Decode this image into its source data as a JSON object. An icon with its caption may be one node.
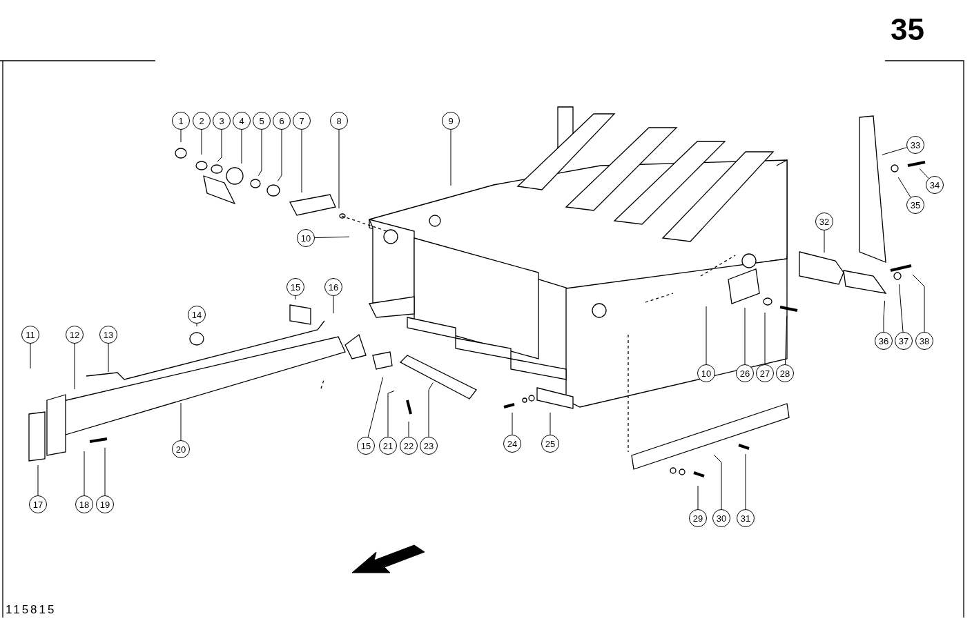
{
  "diagram": {
    "nodes": [
      {
        "text": [
          "1"
        ]
      },
      {
        "text": [
          "2"
        ]
      },
      {
        "text": [
          "3"
        ]
      },
      {
        "text": [
          "4"
        ]
      },
      {
        "text": [
          "5"
        ]
      },
      {
        "text": [
          "6"
        ]
      },
      {
        "text": [
          "7"
        ]
      },
      {
        "text": [
          "8"
        ]
      },
      {
        "text": [
          "9"
        ]
      },
      {
        "text": [
          "10"
        ]
      },
      {
        "text": [
          "11"
        ]
      },
      {
        "text": [
          "12"
        ]
      },
      {
        "text": [
          "13"
        ]
      },
      {
        "text": [
          "14"
        ]
      },
      {
        "text": [
          "15"
        ]
      },
      {
        "text": [
          "16"
        ]
      },
      {
        "text": [
          "15"
        ]
      },
      {
        "text": [
          "17"
        ]
      },
      {
        "text": [
          "18"
        ]
      },
      {
        "text": [
          "19"
        ]
      },
      {
        "text": [
          "20"
        ]
      },
      {
        "text": [
          "21"
        ]
      },
      {
        "text": [
          "22"
        ]
      },
      {
        "text": [
          "23"
        ]
      },
      {
        "text": [
          "24"
        ]
      },
      {
        "text": [
          "25"
        ]
      },
      {
        "text": [
          "10"
        ]
      },
      {
        "text": [
          "26"
        ]
      },
      {
        "text": [
          "27"
        ]
      },
      {
        "text": [
          "28"
        ]
      },
      {
        "text": [
          "29"
        ]
      },
      {
        "text": [
          "30"
        ]
      },
      {
        "text": [
          "31"
        ]
      },
      {
        "text": [
          "32"
        ]
      },
      {
        "text": [
          "33"
        ]
      },
      {
        "text": [
          "34"
        ]
      },
      {
        "text": [
          "35"
        ]
      },
      {
        "text": [
          "36"
        ]
      },
      {
        "text": [
          "37"
        ]
      },
      {
        "text": [
          "38"
        ]
      }
    ],
    "edges": [
      {
        "from": 0,
        "to": null,
        "arrow": "none"
      },
      {
        "from": 1,
        "to": null,
        "arrow": "none"
      },
      {
        "from": 2,
        "to": null,
        "arrow": "none"
      },
      {
        "from": 3,
        "to": null,
        "arrow": "none"
      },
      {
        "from": 4,
        "to": null,
        "arrow": "none"
      },
      {
        "from": 5,
        "to": null,
        "arrow": "none"
      },
      {
        "from": 6,
        "to": null,
        "arrow": "none"
      },
      {
        "from": 7,
        "to": null,
        "arrow": "none"
      },
      {
        "from": 8,
        "to": null,
        "arrow": "none"
      },
      {
        "from": 9,
        "to": null,
        "arrow": "none"
      },
      {
        "from": 10,
        "to": null,
        "arrow": "none"
      },
      {
        "from": 11,
        "to": null,
        "arrow": "none"
      },
      {
        "from": 12,
        "to": null,
        "arrow": "none"
      },
      {
        "from": 13,
        "to": null,
        "arrow": "none"
      },
      {
        "from": 14,
        "to": null,
        "arrow": "none"
      },
      {
        "from": 15,
        "to": null,
        "arrow": "none"
      },
      {
        "from": 16,
        "to": null,
        "arrow": "none"
      },
      {
        "from": 17,
        "to": null,
        "arrow": "none"
      },
      {
        "from": 18,
        "to": null,
        "arrow": "none"
      },
      {
        "from": 19,
        "to": null,
        "arrow": "none"
      },
      {
        "from": 20,
        "to": null,
        "arrow": "none"
      },
      {
        "from": 21,
        "to": null,
        "arrow": "none"
      },
      {
        "from": 22,
        "to": null,
        "arrow": "none"
      },
      {
        "from": 23,
        "to": null,
        "arrow": "none"
      },
      {
        "from": 24,
        "to": null,
        "arrow": "none"
      },
      {
        "from": 25,
        "to": null,
        "arrow": "none"
      },
      {
        "from": 26,
        "to": null,
        "arrow": "none"
      },
      {
        "from": 27,
        "to": null,
        "arrow": "none"
      },
      {
        "from": 28,
        "to": null,
        "arrow": "none"
      },
      {
        "from": 29,
        "to": null,
        "arrow": "none"
      },
      {
        "from": 30,
        "to": null,
        "arrow": "none"
      },
      {
        "from": 31,
        "to": null,
        "arrow": "none"
      },
      {
        "from": 32,
        "to": null,
        "arrow": "none"
      },
      {
        "from": 33,
        "to": null,
        "arrow": "none"
      },
      {
        "from": 34,
        "to": null,
        "arrow": "none"
      },
      {
        "from": 35,
        "to": null,
        "arrow": "none"
      },
      {
        "from": 36,
        "to": null,
        "arrow": "none"
      },
      {
        "from": 37,
        "to": null,
        "arrow": "none"
      },
      {
        "from": 38,
        "to": null,
        "arrow": "none"
      },
      {
        "from": 39,
        "to": null,
        "arrow": "none"
      }
    ],
    "labels": [
      "35",
      "115815"
    ]
  }
}
